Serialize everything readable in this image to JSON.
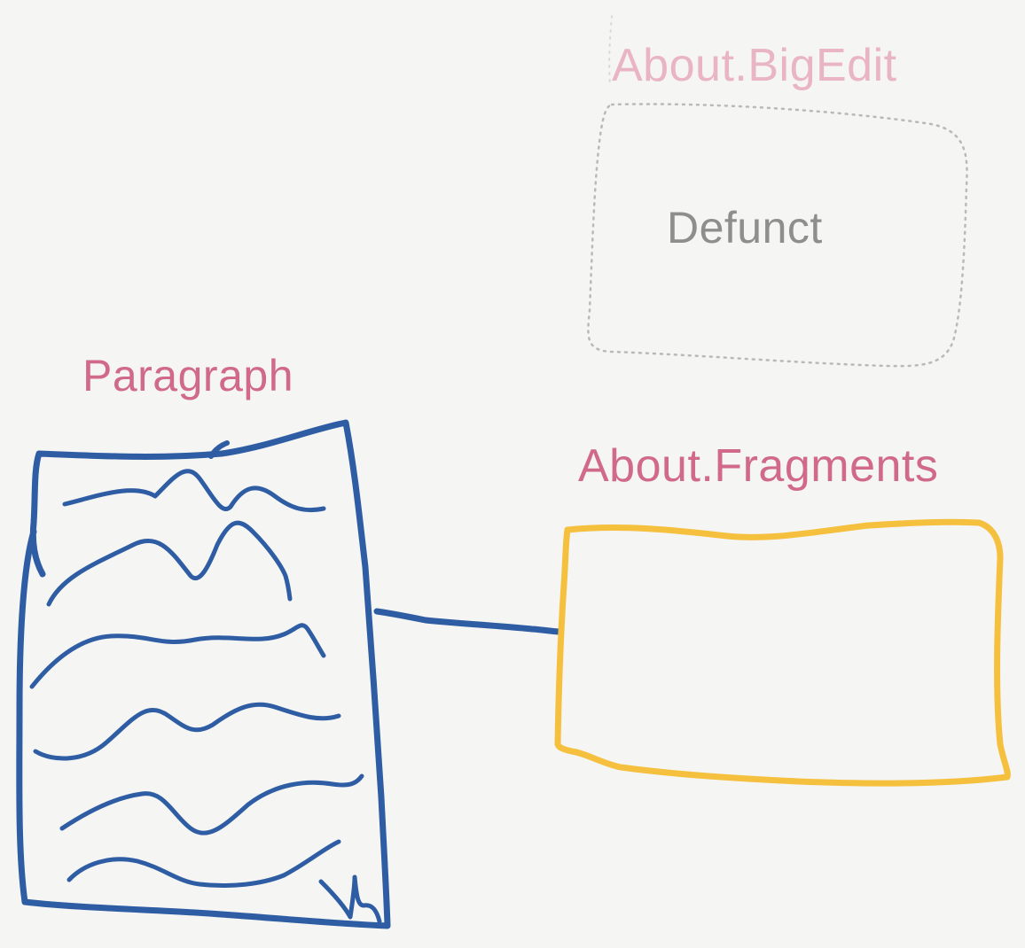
{
  "colors": {
    "background": "#f5f5f4",
    "defunct_label": "#e9b4c4",
    "active_label": "#d0698a",
    "defunct_text": "#8e8e8e",
    "defunct_border": "#b9b9b9",
    "paragraph_stroke": "#2f5da4",
    "fragments_stroke": "#f5c03e"
  },
  "nodes": {
    "big_edit": {
      "label": "About.BigEdit",
      "status_text": "Defunct",
      "style": "dotted",
      "icon": "empty-box-icon"
    },
    "paragraph": {
      "label": "Paragraph",
      "style": "solid",
      "icon": "paragraph-page-icon"
    },
    "fragments": {
      "label": "About.Fragments",
      "style": "solid",
      "icon": "empty-box-icon"
    }
  },
  "edges": [
    {
      "from": "paragraph",
      "to": "fragments"
    }
  ]
}
